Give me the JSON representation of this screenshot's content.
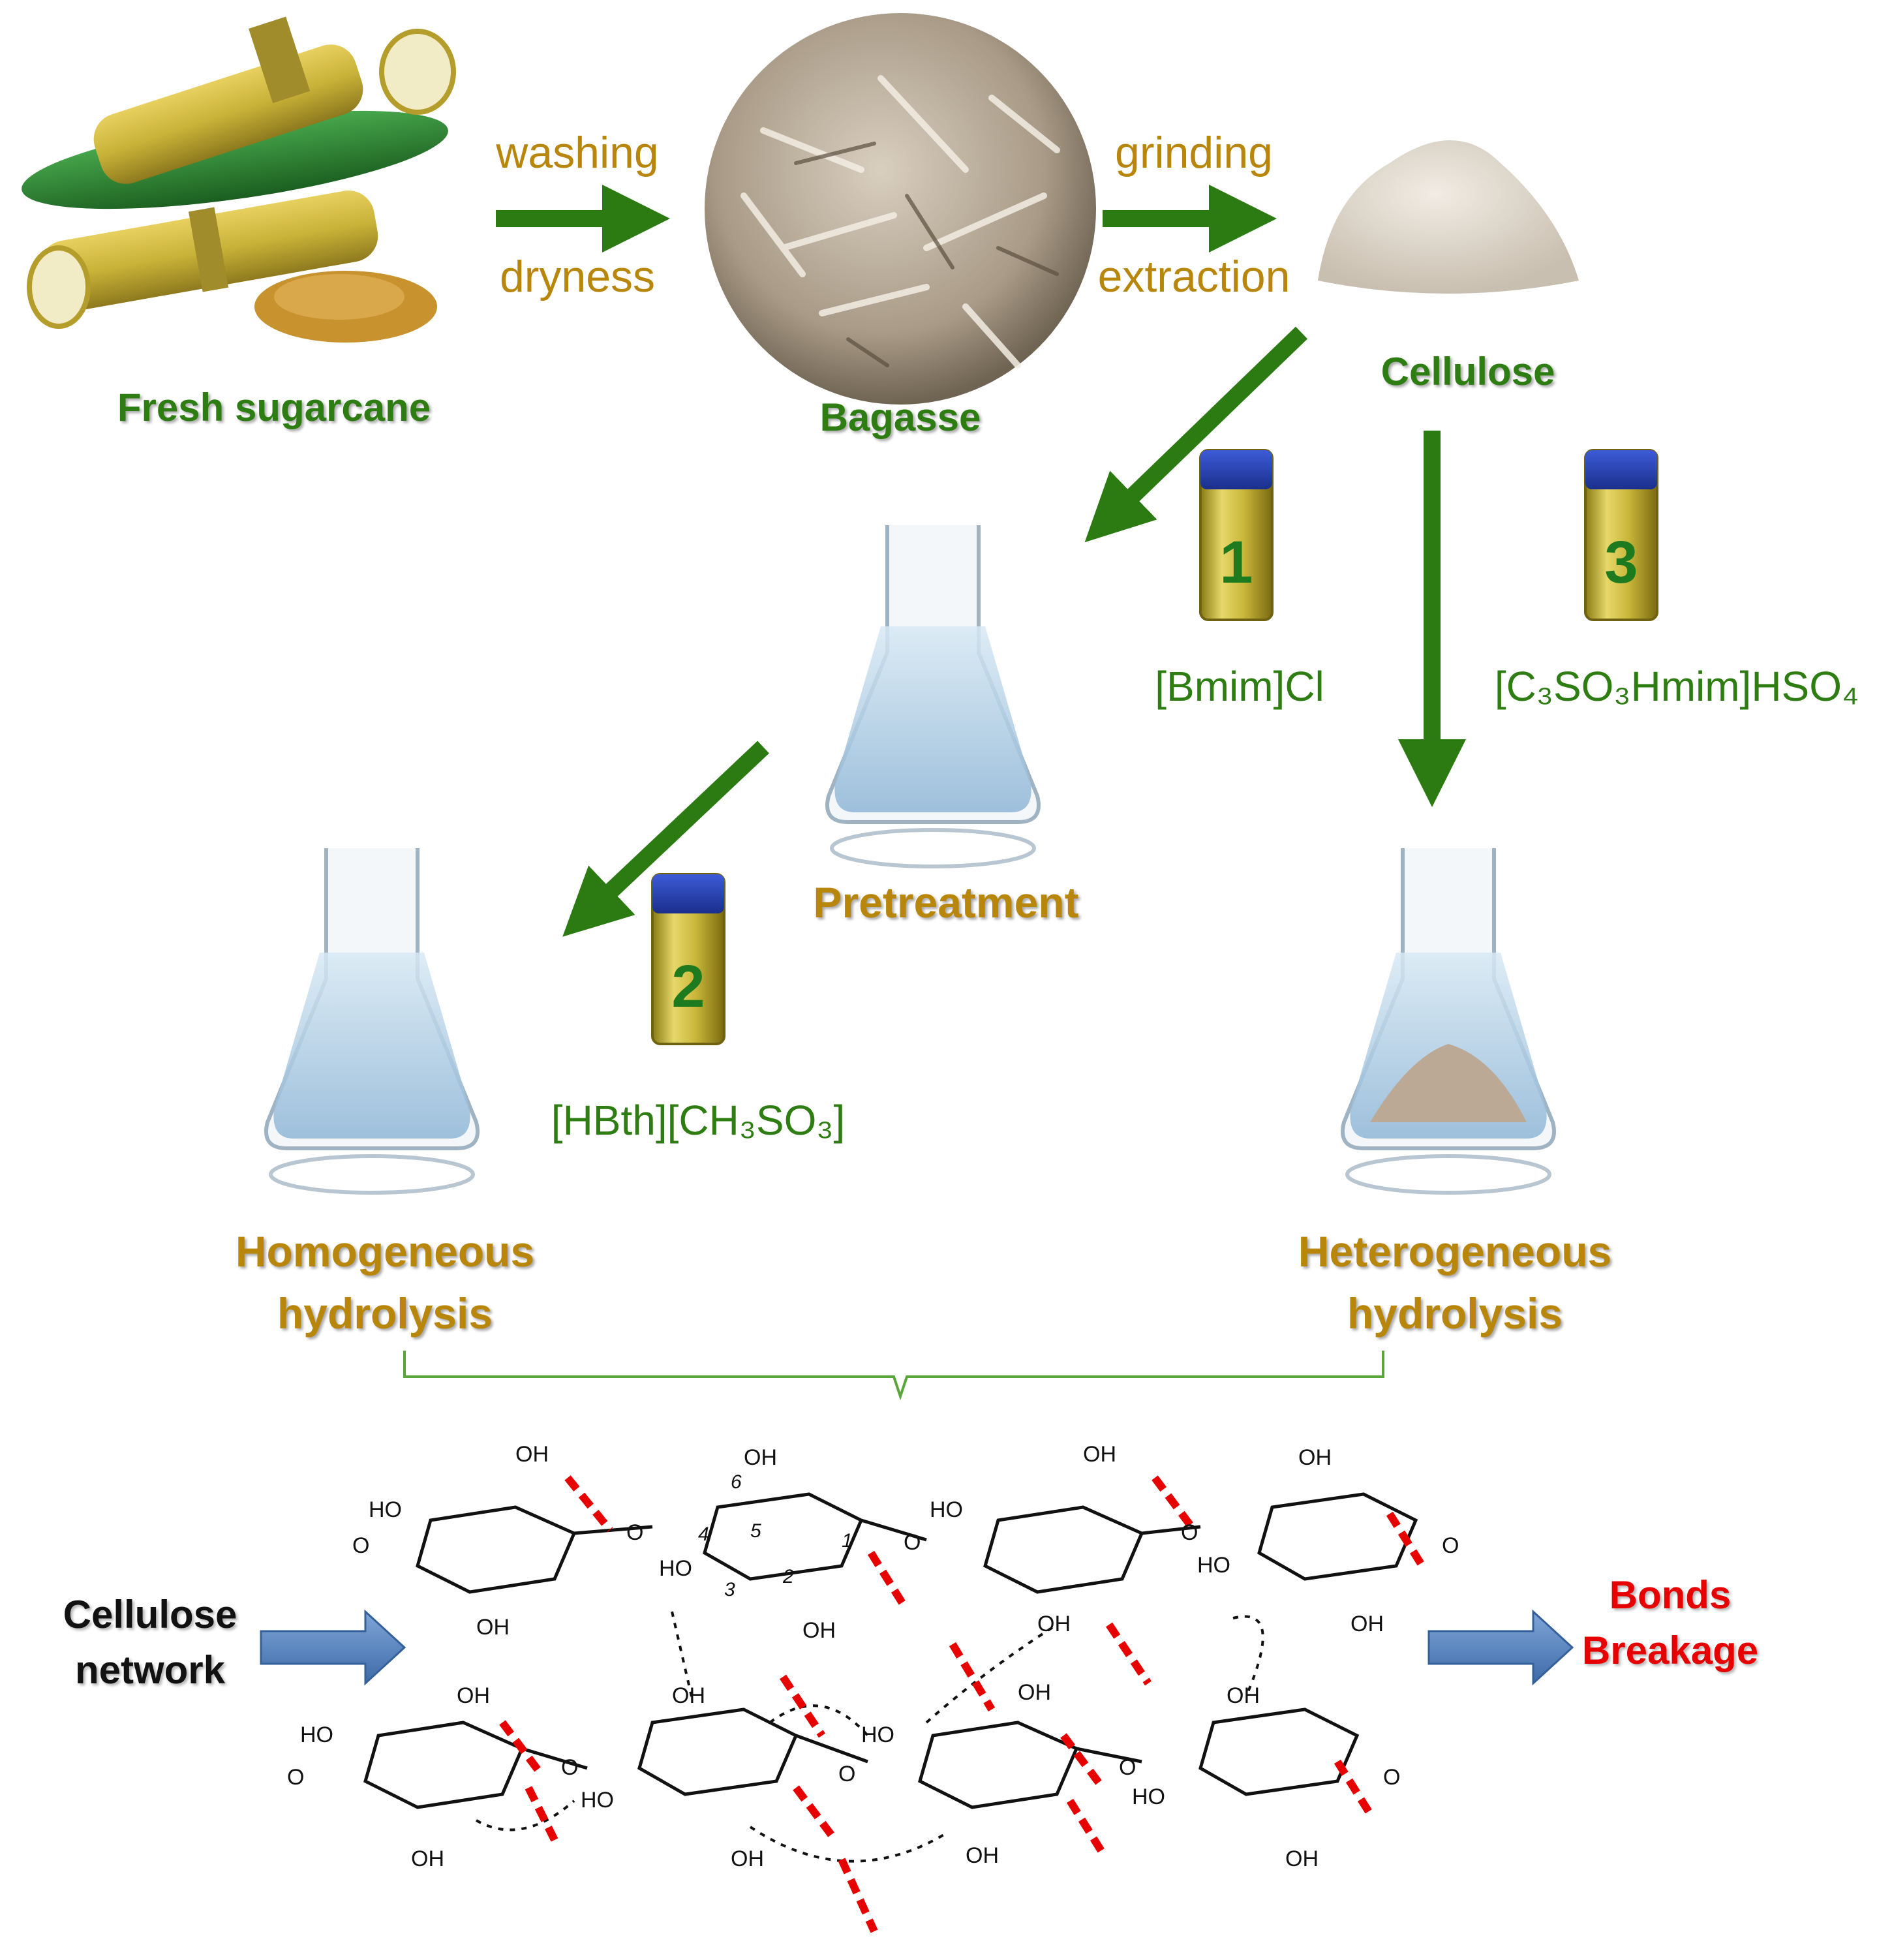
{
  "steps": {
    "step1_top": "washing",
    "step1_bottom": "dryness",
    "step2_top": "grinding",
    "step2_bottom": "extraction"
  },
  "materials": {
    "fresh_sugarcane": "Fresh sugarcane",
    "bagasse": "Bagasse",
    "cellulose": "Cellulose"
  },
  "vials": [
    {
      "number": "1",
      "ionic_liquid": "[Bmim]Cl"
    },
    {
      "number": "2",
      "ionic_liquid": "[HBth][CH₃SO₃]"
    },
    {
      "number": "3",
      "ionic_liquid": "[C₃SO₃Hmim]HSO₄"
    }
  ],
  "processes": {
    "pretreatment": "Pretreatment",
    "homogeneous_line1": "Homogeneous",
    "homogeneous_line2": "hydrolysis",
    "heterogeneous_line1": "Heterogeneous",
    "heterogeneous_line2": "hydrolysis"
  },
  "network": {
    "left_line1": "Cellulose",
    "left_line2": "network",
    "right_line1": "Bonds",
    "right_line2": "Breakage",
    "oh": "OH",
    "ho": "HO",
    "o": "O",
    "carbon_numbers": [
      "1",
      "2",
      "3",
      "4",
      "5",
      "6"
    ]
  },
  "colors": {
    "arrow_green": "#2b7a12",
    "label_gold": "#b8860b",
    "label_green": "#2e7d12",
    "blue_arrow": "#4a78b5",
    "break_red": "#e60000"
  }
}
